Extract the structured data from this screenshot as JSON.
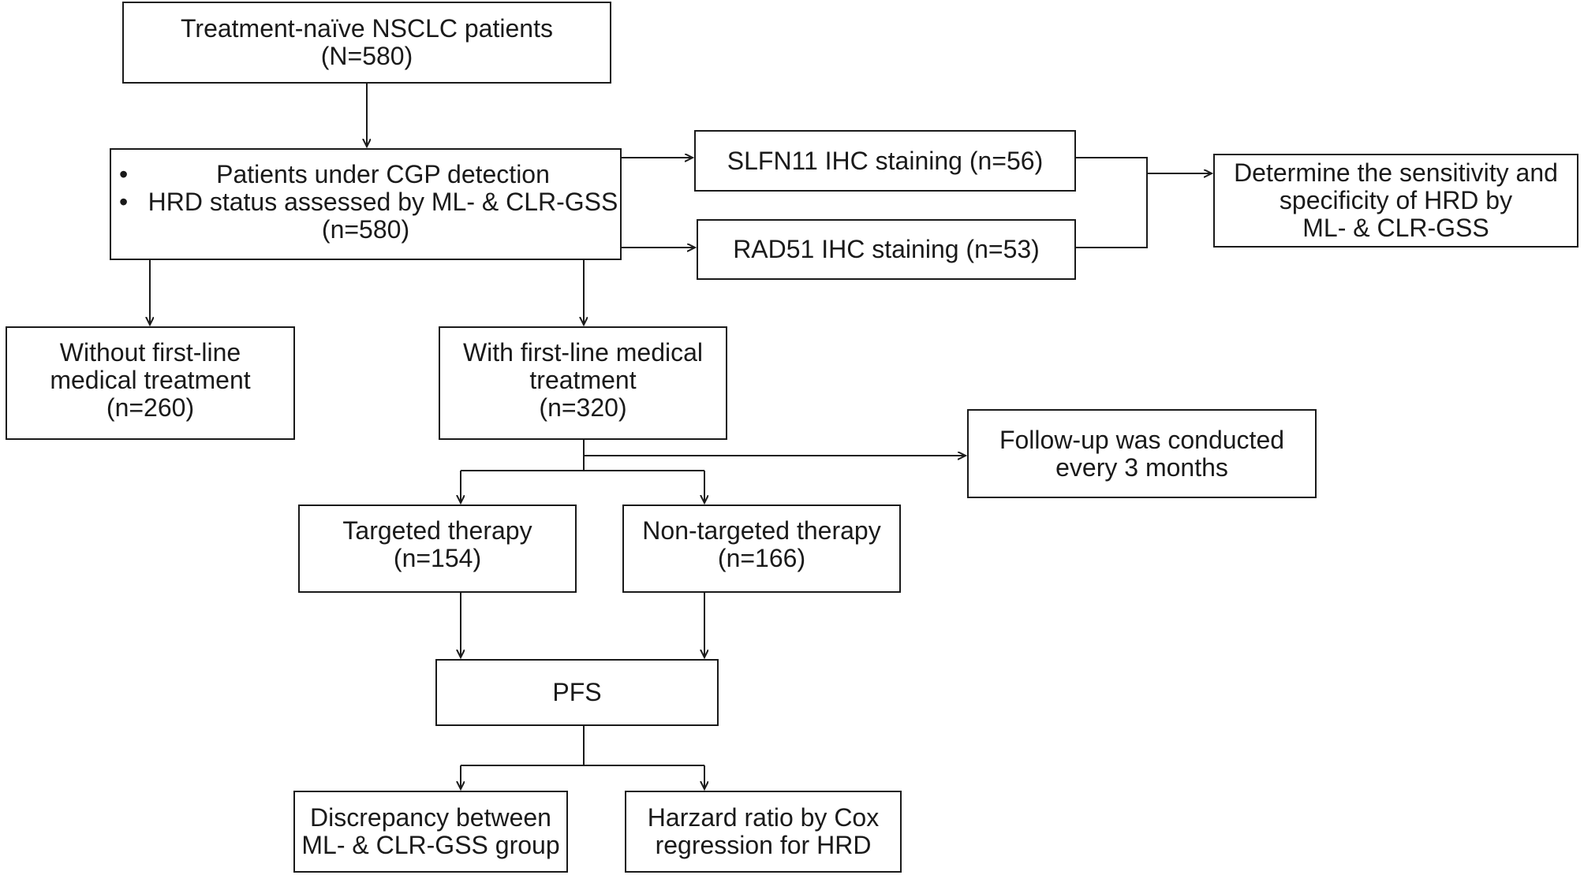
{
  "diagram": {
    "start": {
      "line1": "Treatment-naïve NSCLC patients",
      "line2": "(N=580)"
    },
    "cgp": {
      "bullets": [
        "Patients under CGP detection",
        "HRD status assessed by ML- & CLR-GSS"
      ],
      "count": "(n=580)"
    },
    "slfn11": {
      "text": "SLFN11 IHC staining (n=56)"
    },
    "rad51": {
      "text": "RAD51 IHC staining (n=53)"
    },
    "determine": {
      "line1": "Determine the sensitivity and",
      "line2": "specificity of HRD by",
      "line3": "ML- & CLR-GSS"
    },
    "without": {
      "line1": "Without first-line",
      "line2": "medical treatment",
      "line3": "(n=260)"
    },
    "with": {
      "line1": "With first-line medical",
      "line2": "treatment",
      "line3": "(n=320)"
    },
    "followup": {
      "line1": "Follow-up was conducted",
      "line2": "every 3 months"
    },
    "targeted": {
      "line1": "Targeted therapy",
      "line2": "(n=154)"
    },
    "nontargeted": {
      "line1": "Non-targeted therapy",
      "line2": "(n=166)"
    },
    "pfs": {
      "text": "PFS"
    },
    "discrepancy": {
      "line1": "Discrepancy between",
      "line2": "ML- & CLR-GSS group"
    },
    "hazard": {
      "line1": "Harzard ratio by Cox",
      "line2": "regression for HRD"
    }
  }
}
